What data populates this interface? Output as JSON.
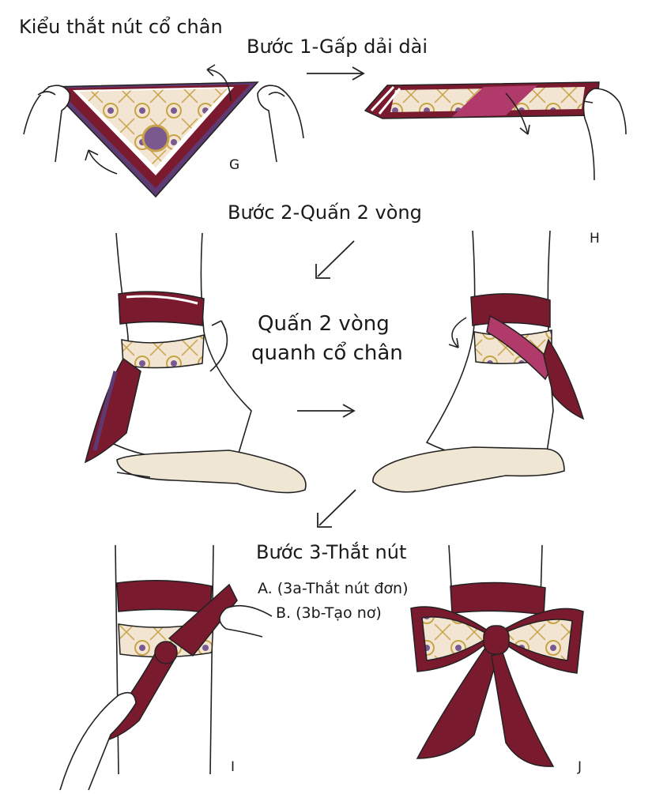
{
  "title": "Kiểu thắt nút cổ chân",
  "step1": "Bước 1-Gấp dải dài",
  "step2": "Bước 2-Quấn 2 vòng",
  "wrap_line1": "Quấn 2 vòng",
  "wrap_line2": "quanh cổ chân",
  "step3": "Bước 3-Thắt nút",
  "option_a": "A. (3a-Thắt nút đơn)",
  "option_b": "B. (3b-Tạo nơ)",
  "labels": {
    "g": "G",
    "h": "H",
    "i": "I",
    "j": "J"
  },
  "colors": {
    "scarf": "#7a1a2e",
    "scarf_light": "#b03a6a",
    "cream": "#f2e6d2",
    "gold": "#c9a24a",
    "purple": "#5e3a72",
    "shoe": "#efe6d4"
  }
}
